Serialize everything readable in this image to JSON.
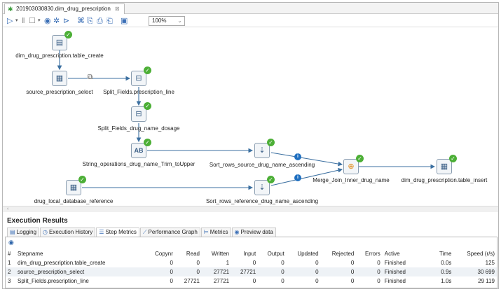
{
  "tab": {
    "title": "201903030830.dim_drug_prescription",
    "close": "⊠"
  },
  "toolbar": {
    "zoom": "100%"
  },
  "canvas": {
    "nodes": {
      "table_create": "dim_drug_prescription.table_create",
      "source_select": "source_prescription_select",
      "split_line": "Split_Fields.prescription_line",
      "split_dosage": "Split_Fields_drug_name_dosage",
      "string_ops": "String_operations_drug_name_Trim_toUpper",
      "sort_source": "Sort_rows_source_drug_name_ascending",
      "merge_join": "Merge_Join_Inner_drug_name",
      "table_insert": "dim_drug_prescription.table_insert",
      "local_ref": "drug_local_database_reference",
      "sort_ref": "Sort_rows_reference_drug_name_ascending"
    },
    "info_badge": "i",
    "step_status": "success"
  },
  "results": {
    "title": "Execution Results",
    "tabs": [
      "Logging",
      "Execution History",
      "Step Metrics",
      "Performance Graph",
      "Metrics",
      "Preview data"
    ],
    "active_tab": "Step Metrics",
    "columns": [
      "#",
      "Stepname",
      "Copynr",
      "Read",
      "Written",
      "Input",
      "Output",
      "Updated",
      "Rejected",
      "Errors",
      "Active",
      "Time",
      "Speed (r/s)"
    ],
    "rows": [
      [
        "1",
        "dim_drug_prescription.table_create",
        "0",
        "0",
        "1",
        "0",
        "0",
        "0",
        "0",
        "0",
        "Finished",
        "0.0s",
        "125"
      ],
      [
        "2",
        "source_prescription_select",
        "0",
        "0",
        "27721",
        "27721",
        "0",
        "0",
        "0",
        "0",
        "Finished",
        "0.9s",
        "30 699"
      ],
      [
        "3",
        "Split_Fields.prescription_line",
        "0",
        "27721",
        "27721",
        "0",
        "0",
        "0",
        "0",
        "0",
        "Finished",
        "1.0s",
        "29 119"
      ]
    ]
  },
  "colors": {
    "success": "#4caf36",
    "info": "#1f6fc0",
    "hop": "#3b6fa0"
  }
}
